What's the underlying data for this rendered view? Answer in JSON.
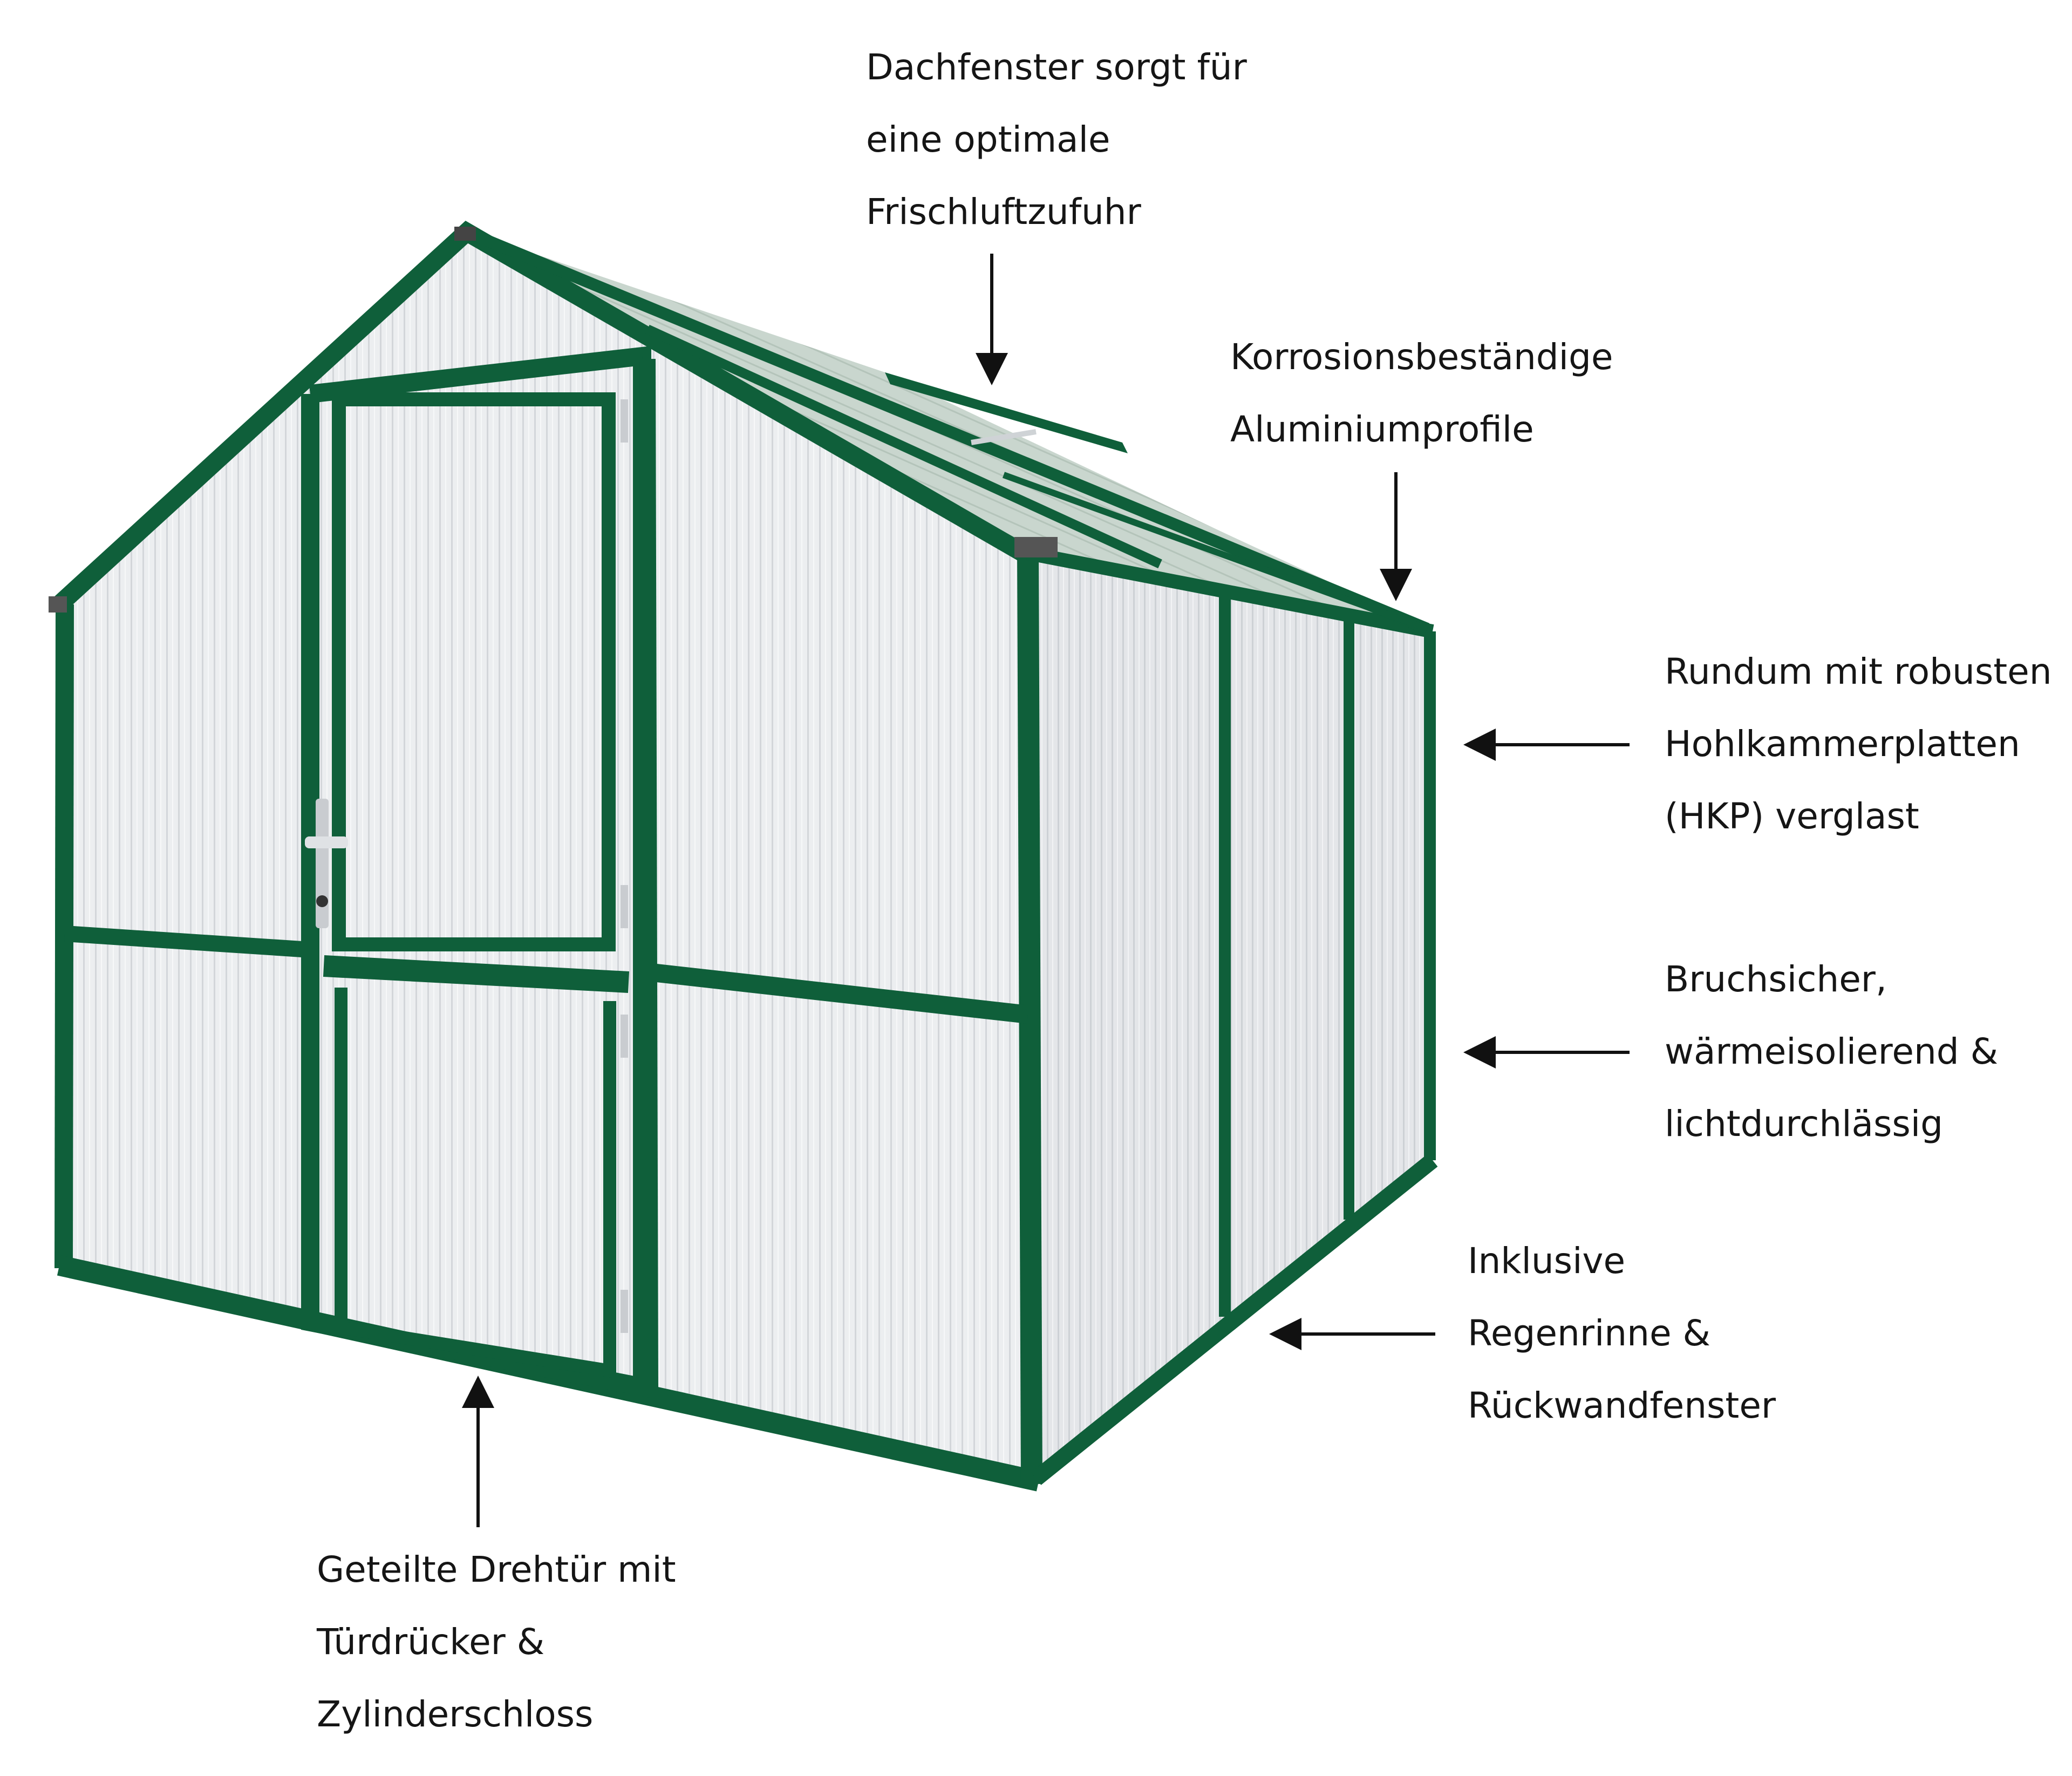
{
  "colors": {
    "frame": "#0f5f3a",
    "frame_dark": "#0a4a2c",
    "panel": "#e9eaec",
    "panel_light": "#f4f5f6",
    "roof_panel": "#cfd9d3",
    "hinge": "#c9ccd0",
    "text": "#151515",
    "arrow": "#111111"
  },
  "callouts": {
    "roof_vent": {
      "lines": [
        "Dachfenster sorgt für",
        "eine optimale",
        "Frischluftzufuhr"
      ],
      "arrow_direction": "down"
    },
    "aluminium": {
      "lines": [
        "Korrosionsbeständige",
        "Aluminiumprofile"
      ],
      "arrow_direction": "down"
    },
    "panels": {
      "lines": [
        "Rundum mit robusten",
        "Hohlkammerplatten",
        "(HKP) verglast"
      ],
      "arrow_direction": "left"
    },
    "properties": {
      "lines": [
        "Bruchsicher,",
        "wärmeisolierend &",
        "lichtdurchlässig"
      ],
      "arrow_direction": "left"
    },
    "gutter": {
      "lines": [
        "Inklusive",
        "Regenrinne &",
        "Rückwandfenster"
      ],
      "arrow_direction": "left"
    },
    "door": {
      "lines": [
        "Geteilte Drehtür mit",
        "Türdrücker &",
        "Zylinderschloss"
      ],
      "arrow_direction": "up"
    }
  }
}
